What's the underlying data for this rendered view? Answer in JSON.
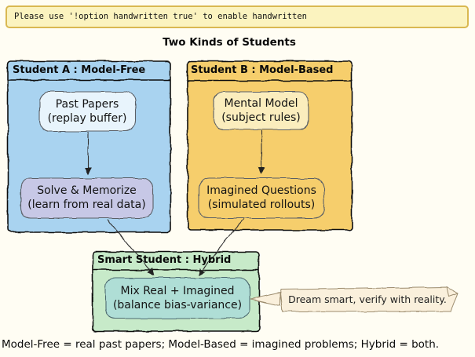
{
  "banner": {
    "text": "Please use '!option handwritten true' to enable handwritten"
  },
  "title": "Two Kinds of Students",
  "diagram": {
    "containers": {
      "model_free": {
        "label": "Student A : Model-Free"
      },
      "model_based": {
        "label": "Student B : Model-Based"
      },
      "hybrid": {
        "label": "Smart Student : Hybrid"
      }
    },
    "nodes": {
      "past_papers": {
        "line1": "Past Papers",
        "line2": "(replay buffer)"
      },
      "solve_memorize": {
        "line1": "Solve & Memorize",
        "line2": "(learn from real data)"
      },
      "mental_model": {
        "line1": "Mental Model",
        "line2": "(subject rules)"
      },
      "imagined_questions": {
        "line1": "Imagined Questions",
        "line2": "(simulated rollouts)"
      },
      "mix_real_imagined": {
        "line1": "Mix Real + Imagined",
        "line2": "(balance bias-variance)"
      }
    },
    "edges": [
      {
        "from": "past_papers",
        "to": "solve_memorize"
      },
      {
        "from": "mental_model",
        "to": "imagined_questions"
      },
      {
        "from": "solve_memorize",
        "to": "mix_real_imagined"
      },
      {
        "from": "imagined_questions",
        "to": "mix_real_imagined"
      }
    ],
    "note": {
      "text": "Dream smart, verify with reality."
    }
  },
  "caption": "Model-Free = real past papers; Model-Based = imagined problems; Hybrid = both.",
  "colors": {
    "page_bg": "#FFFDF3",
    "banner_bg": "#FBF3BF",
    "banner_border": "#D9B851",
    "container_model_free": "#A9D3F0",
    "container_model_based": "#F6CE6C",
    "container_hybrid": "#C7EAC9",
    "node_past_papers": "#E8F4FC",
    "node_solve_memorize": "#C7C8E6",
    "node_mental_model": "#FBEDBD",
    "node_imagined_questions": "#F6CE6C",
    "node_mix": "#AFDED6",
    "note_bg": "#FAF0DC",
    "note_border": "#9C8C6E",
    "outline": "#111111",
    "inner_outline": "#5a5f66",
    "arrow": "#333333"
  }
}
